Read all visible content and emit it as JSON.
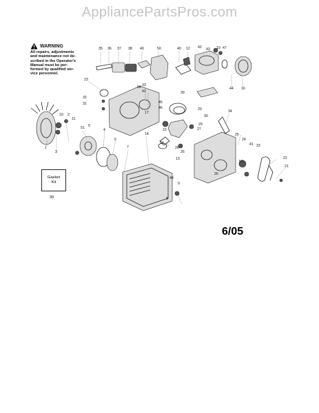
{
  "header": {
    "site_title": "AppliancePartsPros.com"
  },
  "warning": {
    "title": "WARNING",
    "lines": [
      "All repairs, adjustments",
      "and maintenance not de-",
      "scribed in the Operator's",
      "Manual must be per-",
      "formed by qualified ser-",
      "vice personnel."
    ]
  },
  "gasket_kit": {
    "line1": "Gasket",
    "line2": "Kit",
    "number": "39"
  },
  "date": "6/05",
  "callouts": [
    "35",
    "36",
    "37",
    "38",
    "49",
    "50",
    "40",
    "12",
    "42",
    "43",
    "19",
    "47",
    "44",
    "16",
    "23",
    "33",
    "41",
    "54",
    "32",
    "31",
    "17",
    "39",
    "45",
    "46",
    "30",
    "34",
    "10",
    "2",
    "11",
    "3",
    "1",
    "51",
    "5",
    "4",
    "6",
    "7",
    "14",
    "15",
    "18",
    "27",
    "28",
    "29",
    "26",
    "25",
    "24",
    "41",
    "33",
    "53",
    "22",
    "21",
    "48",
    "13",
    "9",
    "8",
    "26",
    "20"
  ]
}
